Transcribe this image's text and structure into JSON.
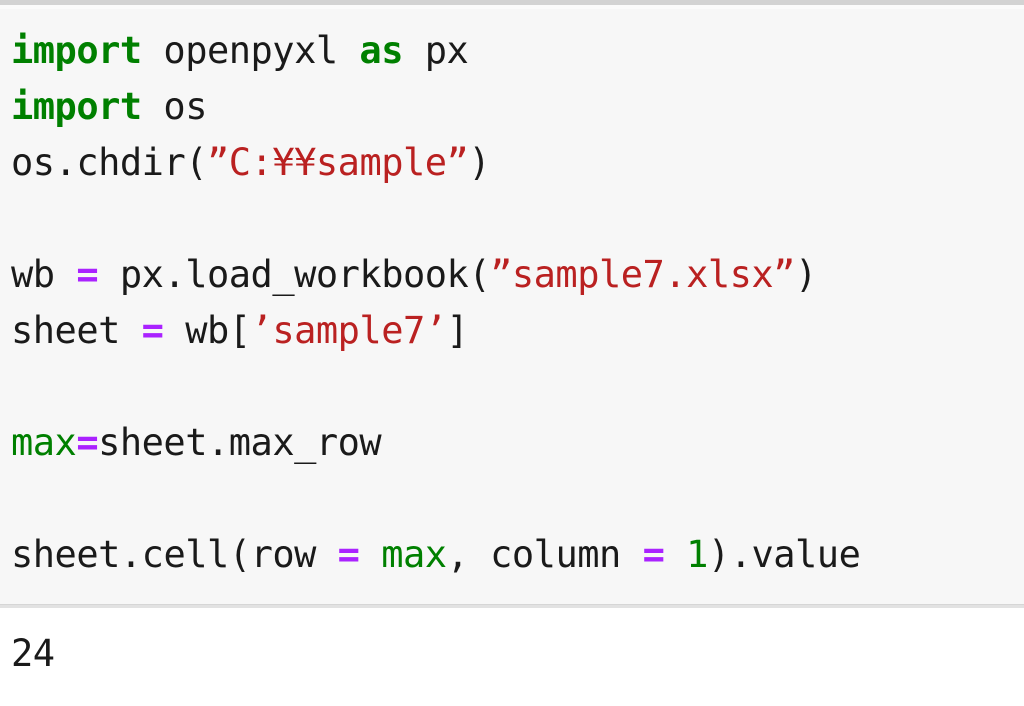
{
  "cell": {
    "type": "code-cell",
    "language": "python",
    "colors": {
      "input_background": "#f7f7f7",
      "output_background": "#ffffff",
      "top_border": "#d3d3d3",
      "separator": "#e2e2e2",
      "keyword": "#008000",
      "builtin": "#008000",
      "string": "#ba2121",
      "operator": "#aa22ff",
      "number": "#008000",
      "text": "#1a1a1a"
    }
  },
  "source": {
    "lines": [
      {
        "index": 0,
        "plain": "import openpyxl as px",
        "tokens": [
          {
            "t": "keyword",
            "v": "import"
          },
          {
            "t": "name",
            "v": " openpyxl "
          },
          {
            "t": "keyword",
            "v": "as"
          },
          {
            "t": "name",
            "v": " px"
          }
        ]
      },
      {
        "index": 1,
        "plain": "import os",
        "tokens": [
          {
            "t": "keyword",
            "v": "import"
          },
          {
            "t": "name",
            "v": " os"
          }
        ]
      },
      {
        "index": 2,
        "plain": "os.chdir(〝C:¥¥sample〞)",
        "tokens": [
          {
            "t": "name",
            "v": "os"
          },
          {
            "t": "punct",
            "v": "."
          },
          {
            "t": "name",
            "v": "chdir"
          },
          {
            "t": "punct",
            "v": "("
          },
          {
            "t": "string",
            "v": "”C:¥¥sample”"
          },
          {
            "t": "punct",
            "v": ")"
          }
        ]
      },
      {
        "index": 3,
        "plain": "",
        "tokens": []
      },
      {
        "index": 4,
        "plain": "wb = px.load_workbook(〝sample7.xlsx〞)",
        "tokens": [
          {
            "t": "name",
            "v": "wb "
          },
          {
            "t": "operator",
            "v": "="
          },
          {
            "t": "name",
            "v": " px"
          },
          {
            "t": "punct",
            "v": "."
          },
          {
            "t": "name",
            "v": "load_workbook"
          },
          {
            "t": "punct",
            "v": "("
          },
          {
            "t": "string",
            "v": "”sample7.xlsx”"
          },
          {
            "t": "punct",
            "v": ")"
          }
        ]
      },
      {
        "index": 5,
        "plain": "sheet = wb['sample7']",
        "tokens": [
          {
            "t": "name",
            "v": "sheet "
          },
          {
            "t": "operator",
            "v": "="
          },
          {
            "t": "name",
            "v": " wb"
          },
          {
            "t": "punct",
            "v": "["
          },
          {
            "t": "string",
            "v": "’sample7’"
          },
          {
            "t": "punct",
            "v": "]"
          }
        ]
      },
      {
        "index": 6,
        "plain": "",
        "tokens": []
      },
      {
        "index": 7,
        "plain": "max=sheet.max_row",
        "tokens": [
          {
            "t": "builtin",
            "v": "max"
          },
          {
            "t": "operator",
            "v": "="
          },
          {
            "t": "name",
            "v": "sheet"
          },
          {
            "t": "punct",
            "v": "."
          },
          {
            "t": "name",
            "v": "max_row"
          }
        ]
      },
      {
        "index": 8,
        "plain": "",
        "tokens": []
      },
      {
        "index": 9,
        "plain": "sheet.cell(row = max, column = 1).value",
        "tokens": [
          {
            "t": "name",
            "v": "sheet"
          },
          {
            "t": "punct",
            "v": "."
          },
          {
            "t": "name",
            "v": "cell"
          },
          {
            "t": "punct",
            "v": "("
          },
          {
            "t": "name",
            "v": "row "
          },
          {
            "t": "operator",
            "v": "="
          },
          {
            "t": "name",
            "v": " "
          },
          {
            "t": "builtin",
            "v": "max"
          },
          {
            "t": "punct",
            "v": ", "
          },
          {
            "t": "name",
            "v": "column "
          },
          {
            "t": "operator",
            "v": "="
          },
          {
            "t": "name",
            "v": " "
          },
          {
            "t": "number",
            "v": "1"
          },
          {
            "t": "punct",
            "v": ")"
          },
          {
            "t": "punct",
            "v": "."
          },
          {
            "t": "name",
            "v": "value"
          }
        ]
      }
    ]
  },
  "output": {
    "text": "24"
  }
}
